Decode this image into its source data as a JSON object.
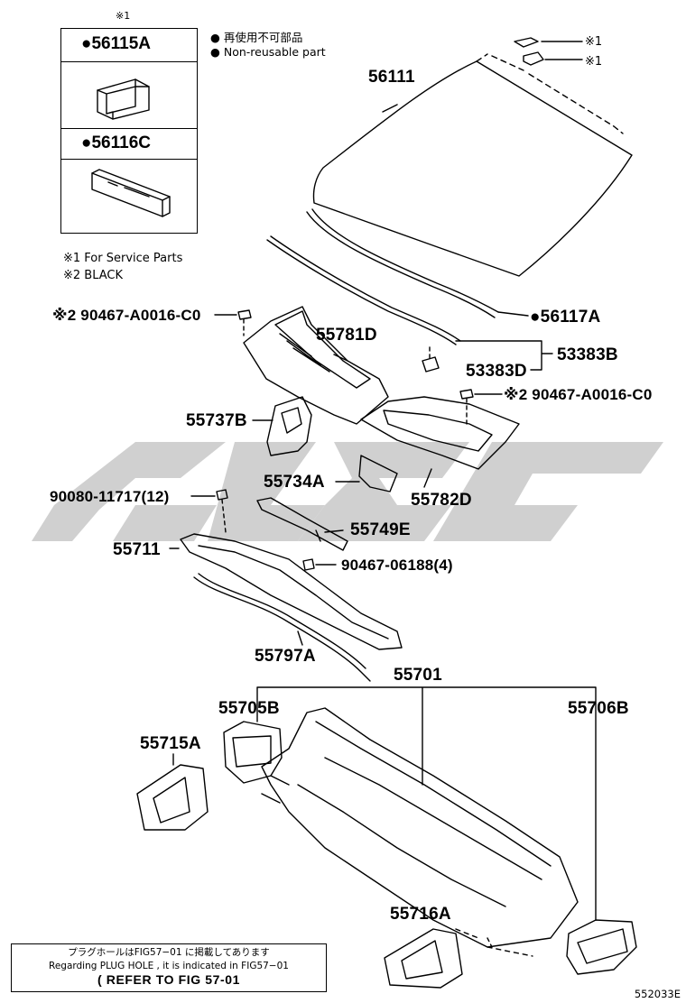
{
  "legend": {
    "marker": "※1",
    "items": [
      {
        "code": "●56115A"
      },
      {
        "code": "●56116C"
      }
    ],
    "notes": [
      {
        "text": "● 再使用不可部品"
      },
      {
        "text": "● Non-reusable part"
      }
    ],
    "footnotes": [
      {
        "text": "※1 For Service Parts"
      },
      {
        "text": "※2 BLACK"
      }
    ]
  },
  "parts": [
    {
      "id": "p56111",
      "text": "56111"
    },
    {
      "id": "p56117A",
      "text": "●56117A"
    },
    {
      "id": "p53383B",
      "text": "53383B"
    },
    {
      "id": "p53383D",
      "text": "53383D"
    },
    {
      "id": "p90467a",
      "text": "※2 90467-A0016-C0"
    },
    {
      "id": "p55781D",
      "text": "55781D"
    },
    {
      "id": "p90467b",
      "text": "※2 90467-A0016-C0"
    },
    {
      "id": "p55737B",
      "text": "55737B"
    },
    {
      "id": "p55734A",
      "text": "55734A"
    },
    {
      "id": "p55782D",
      "text": "55782D"
    },
    {
      "id": "p90080",
      "text": "90080-11717(12)"
    },
    {
      "id": "p55749E",
      "text": "55749E"
    },
    {
      "id": "p55711",
      "text": "55711"
    },
    {
      "id": "p90467c",
      "text": "90467-06188(4)"
    },
    {
      "id": "p55797A",
      "text": "55797A"
    },
    {
      "id": "p55701",
      "text": "55701"
    },
    {
      "id": "p55705B",
      "text": "55705B"
    },
    {
      "id": "p55706B",
      "text": "55706B"
    },
    {
      "id": "p55715A",
      "text": "55715A"
    },
    {
      "id": "p55716A",
      "text": "55716A"
    }
  ],
  "service_marks": [
    {
      "text": "※1"
    },
    {
      "text": "※1"
    }
  ],
  "reference_box": {
    "line1": "プラグホールはFIG57−01 に掲載してあります",
    "line2": "Regarding PLUG HOLE , it is indicated in FIG57−01",
    "line3": "( REFER TO FIG 57-01"
  },
  "figure_number": "552033E",
  "colors": {
    "ink": "#000000",
    "watermark": "#c8c8c8"
  }
}
